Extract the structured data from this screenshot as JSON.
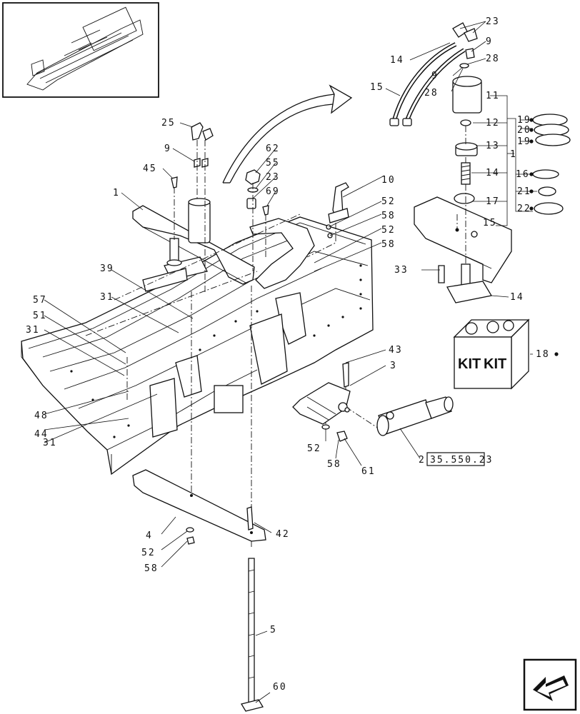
{
  "labels": [
    {
      "id": "l-25",
      "text": "25"
    },
    {
      "id": "l-9a",
      "text": "9"
    },
    {
      "id": "l-45",
      "text": "45"
    },
    {
      "id": "l-1",
      "text": "1"
    },
    {
      "id": "l-62",
      "text": "62"
    },
    {
      "id": "l-55",
      "text": "55"
    },
    {
      "id": "l-23a",
      "text": "23"
    },
    {
      "id": "l-69",
      "text": "69"
    },
    {
      "id": "l-10",
      "text": "10"
    },
    {
      "id": "l-52a",
      "text": "52"
    },
    {
      "id": "l-58a",
      "text": "58"
    },
    {
      "id": "l-52b",
      "text": "52"
    },
    {
      "id": "l-58b",
      "text": "58"
    },
    {
      "id": "l-39",
      "text": "39"
    },
    {
      "id": "l-31a",
      "text": "31"
    },
    {
      "id": "l-57",
      "text": "57"
    },
    {
      "id": "l-51",
      "text": "51"
    },
    {
      "id": "l-31b",
      "text": "31"
    },
    {
      "id": "l-48",
      "text": "48"
    },
    {
      "id": "l-44",
      "text": "44"
    },
    {
      "id": "l-31c",
      "text": "31"
    },
    {
      "id": "l-43",
      "text": "43"
    },
    {
      "id": "l-3",
      "text": "3"
    },
    {
      "id": "l-52c",
      "text": "52"
    },
    {
      "id": "l-58c",
      "text": "58"
    },
    {
      "id": "l-61",
      "text": "61"
    },
    {
      "id": "l-2",
      "text": "2"
    },
    {
      "id": "l-4",
      "text": "4"
    },
    {
      "id": "l-42",
      "text": "42"
    },
    {
      "id": "l-52d",
      "text": "52"
    },
    {
      "id": "l-58d",
      "text": "58"
    },
    {
      "id": "l-5",
      "text": "5"
    },
    {
      "id": "l-60",
      "text": "60"
    },
    {
      "id": "l-23b",
      "text": "23"
    },
    {
      "id": "l-14a",
      "text": "14"
    },
    {
      "id": "l-9b",
      "text": "9"
    },
    {
      "id": "l-28a",
      "text": "28"
    },
    {
      "id": "l-9c",
      "text": "9"
    },
    {
      "id": "l-15a",
      "text": "15"
    },
    {
      "id": "l-28b",
      "text": "28"
    },
    {
      "id": "l-11",
      "text": "11"
    },
    {
      "id": "l-12",
      "text": "12"
    },
    {
      "id": "l-19a",
      "text": "19"
    },
    {
      "id": "l-20",
      "text": "20"
    },
    {
      "id": "l-19b",
      "text": "19"
    },
    {
      "id": "l-13",
      "text": "13"
    },
    {
      "id": "l-1b",
      "text": "1"
    },
    {
      "id": "l-14b",
      "text": "14"
    },
    {
      "id": "l-16",
      "text": "16"
    },
    {
      "id": "l-21",
      "text": "21"
    },
    {
      "id": "l-17",
      "text": "17"
    },
    {
      "id": "l-22",
      "text": "22"
    },
    {
      "id": "l-15b",
      "text": "15"
    },
    {
      "id": "l-33",
      "text": "33"
    },
    {
      "id": "l-14c",
      "text": "14"
    },
    {
      "id": "l-18",
      "text": "18"
    }
  ],
  "reference_box": "35.550.23",
  "kit_text": [
    "KIT",
    "KIT"
  ],
  "icons": {
    "nav": "return-arrow-icon",
    "bullet": "kit-marker-dot"
  }
}
